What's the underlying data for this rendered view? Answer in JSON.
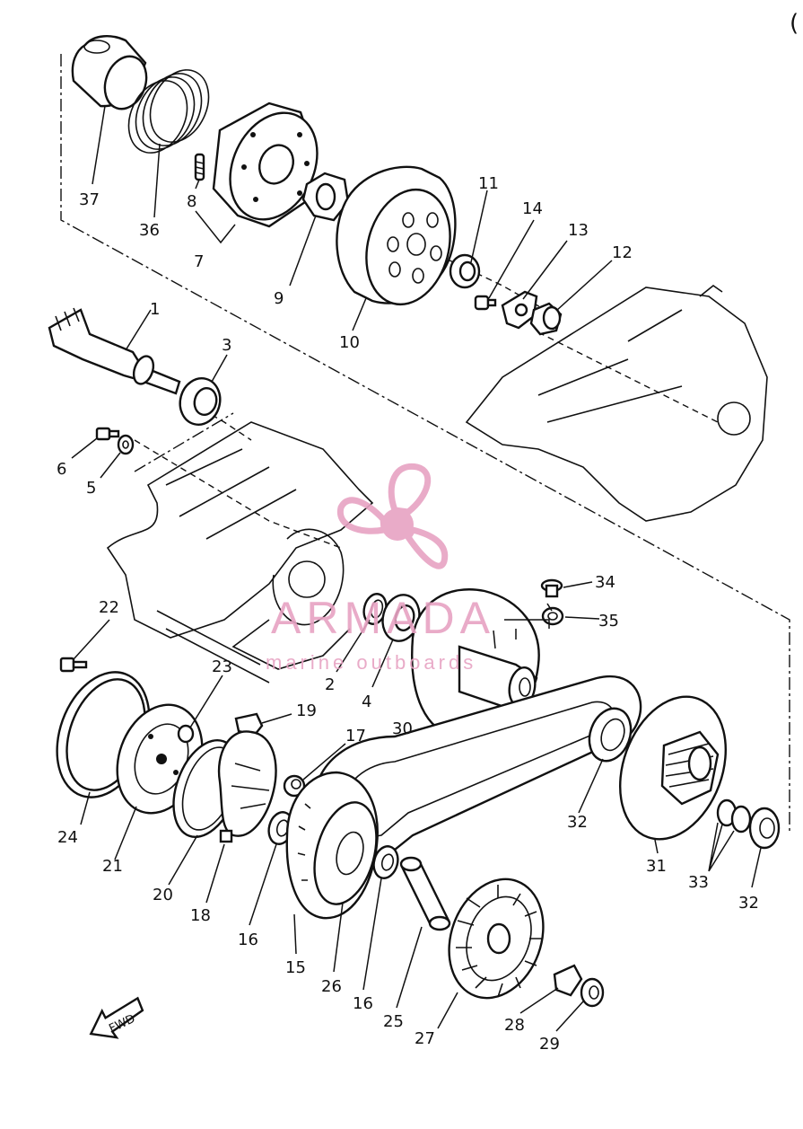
{
  "corner_mark": "(",
  "watermark": {
    "title": "ARMADA",
    "subtitle": "marine outboards",
    "color": "#e7a3c3"
  },
  "fwd_label": "FWD",
  "callouts": [
    {
      "id": "p37",
      "text": "37"
    },
    {
      "id": "p36",
      "text": "36"
    },
    {
      "id": "p8",
      "text": "8"
    },
    {
      "id": "p7",
      "text": "7"
    },
    {
      "id": "p9",
      "text": "9"
    },
    {
      "id": "p10",
      "text": "10"
    },
    {
      "id": "p11",
      "text": "11"
    },
    {
      "id": "p14",
      "text": "14"
    },
    {
      "id": "p13",
      "text": "13"
    },
    {
      "id": "p12",
      "text": "12"
    },
    {
      "id": "p1",
      "text": "1"
    },
    {
      "id": "p3",
      "text": "3"
    },
    {
      "id": "p6",
      "text": "6"
    },
    {
      "id": "p5",
      "text": "5"
    },
    {
      "id": "p22",
      "text": "22"
    },
    {
      "id": "p23",
      "text": "23"
    },
    {
      "id": "p19",
      "text": "19"
    },
    {
      "id": "p17",
      "text": "17"
    },
    {
      "id": "p2",
      "text": "2"
    },
    {
      "id": "p4",
      "text": "4"
    },
    {
      "id": "p30",
      "text": "30"
    },
    {
      "id": "p34",
      "text": "34"
    },
    {
      "id": "p35",
      "text": "35"
    },
    {
      "id": "p24",
      "text": "24"
    },
    {
      "id": "p21",
      "text": "21"
    },
    {
      "id": "p20",
      "text": "20"
    },
    {
      "id": "p18",
      "text": "18"
    },
    {
      "id": "p16a",
      "text": "16"
    },
    {
      "id": "p15",
      "text": "15"
    },
    {
      "id": "p26",
      "text": "26"
    },
    {
      "id": "p16b",
      "text": "16"
    },
    {
      "id": "p25",
      "text": "25"
    },
    {
      "id": "p27",
      "text": "27"
    },
    {
      "id": "p28",
      "text": "28"
    },
    {
      "id": "p29",
      "text": "29"
    },
    {
      "id": "p32a",
      "text": "32"
    },
    {
      "id": "p31",
      "text": "31"
    },
    {
      "id": "p33",
      "text": "33"
    },
    {
      "id": "p32b",
      "text": "32"
    }
  ]
}
